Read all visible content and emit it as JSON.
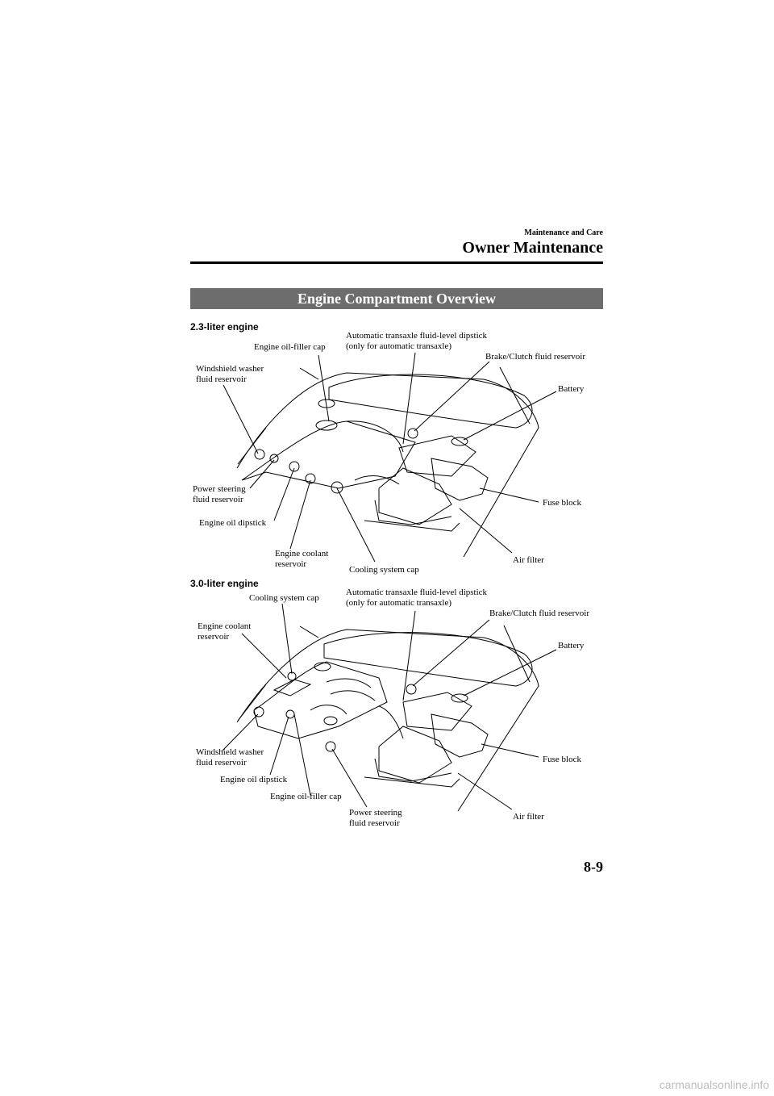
{
  "header": {
    "section": "Maintenance and Care",
    "title": "Owner Maintenance"
  },
  "banner": "Engine Compartment Overview",
  "engine1": {
    "heading": "2.3-liter engine",
    "labels": {
      "oil_filler_cap": "Engine oil-filler cap",
      "atf_dipstick": "Automatic transaxle fluid-level dipstick\n(only for automatic transaxle)",
      "brake_reservoir": "Brake/Clutch fluid reservoir",
      "washer_reservoir": "Windshield washer\nfluid reservoir",
      "battery": "Battery",
      "power_steering": "Power steering\nfluid reservoir",
      "fuse_block": "Fuse block",
      "oil_dipstick": "Engine oil dipstick",
      "coolant_reservoir": "Engine coolant\nreservoir",
      "cooling_cap": "Cooling system cap",
      "air_filter": "Air filter"
    }
  },
  "engine2": {
    "heading": "3.0-liter engine",
    "labels": {
      "cooling_cap": "Cooling system cap",
      "atf_dipstick": "Automatic transaxle fluid-level dipstick\n(only for automatic transaxle)",
      "brake_reservoir": "Brake/Clutch fluid reservoir",
      "coolant_reservoir": "Engine coolant\nreservoir",
      "battery": "Battery",
      "washer_reservoir": "Windshield washer\nfluid reservoir",
      "fuse_block": "Fuse block",
      "oil_dipstick": "Engine oil dipstick",
      "oil_filler_cap": "Engine oil-filler cap",
      "power_steering": "Power steering\nfluid reservoir",
      "air_filter": "Air filter"
    }
  },
  "page_number": "8-9",
  "watermark": "carmanualsonline.info"
}
